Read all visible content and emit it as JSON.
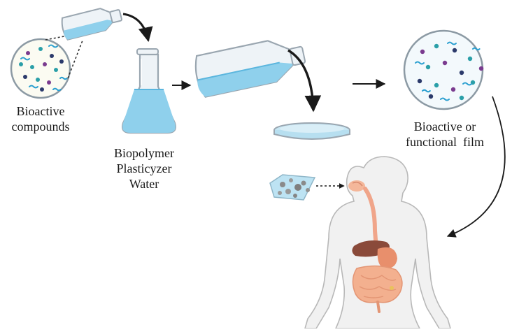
{
  "labels": {
    "bioactive_compounds": [
      "Bioactive",
      "compounds"
    ],
    "ingredients": [
      "Biopolymer",
      "Plasticyzer",
      "Water"
    ],
    "film": [
      "Bioactive or",
      "functional  film"
    ]
  },
  "colors": {
    "liquid": "#8fd0ec",
    "liquid_dark": "#5bb6de",
    "glass": "#eef3f7",
    "glass_stroke": "#9aa6b0",
    "arrow": "#1a1a1a",
    "dot_teal": "#2a9fa8",
    "dot_purple": "#7a3b8f",
    "dot_navy": "#2b3a6b",
    "squiggle": "#2a9fd0",
    "body_fill": "#f1f1f1",
    "body_stroke": "#b8b8b8",
    "esophagus": "#f0a58a",
    "liver": "#8a4a3a",
    "stomach": "#e88f6c",
    "intestine": "#f3b08f"
  }
}
